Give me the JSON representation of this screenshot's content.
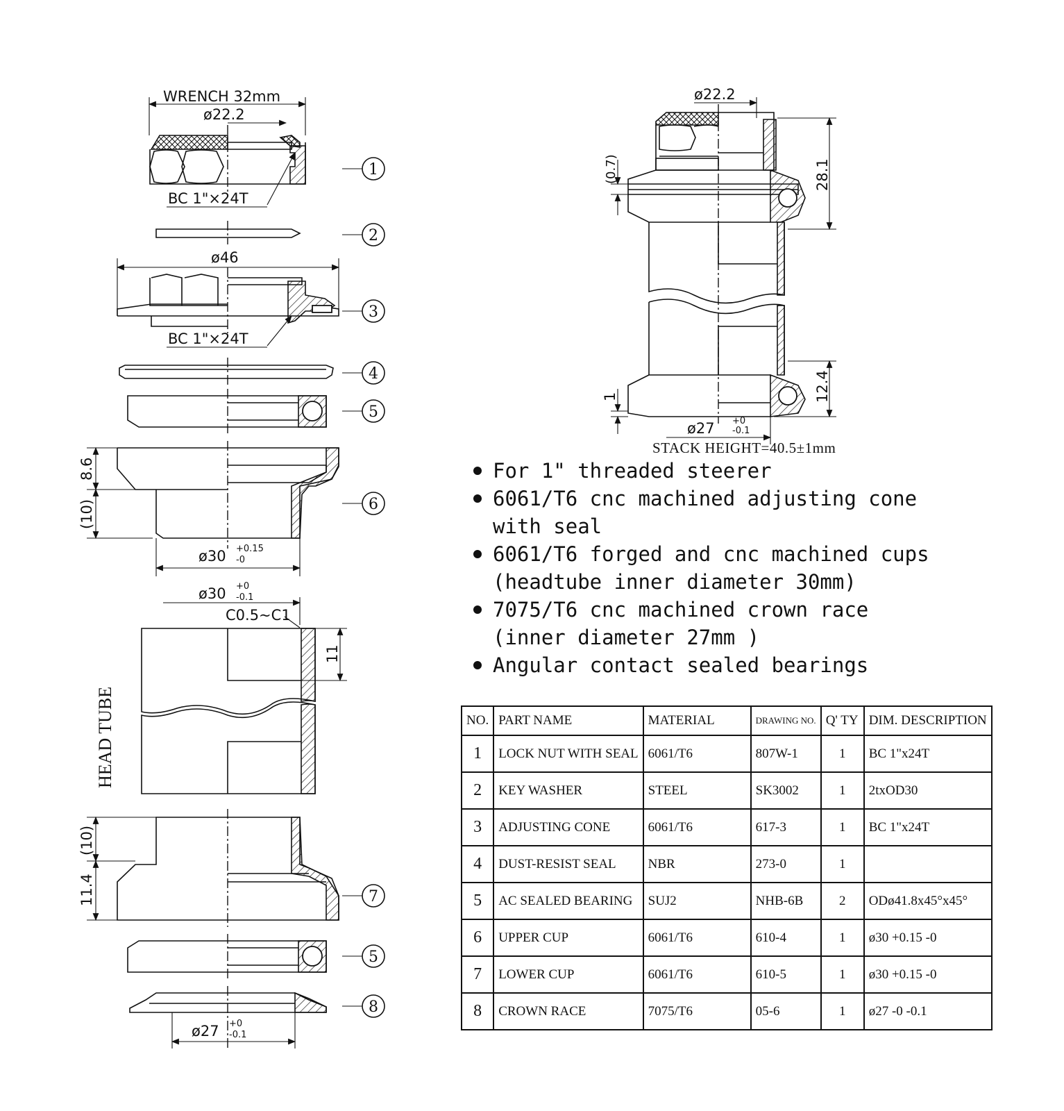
{
  "drawing": {
    "wrench_label": "WRENCH 32mm",
    "dia_22_2": "ø22.2",
    "bc_thread": "BC 1\"×24T",
    "dia_46": "ø46",
    "dim_8_6": "8.6",
    "dim_10": "(10)",
    "dia_30": "ø30",
    "tol_upper_015": "+0.15",
    "tol_lower_0": "-0",
    "tol_upper_0": "+0",
    "tol_lower_01": "-0.1",
    "chamfer": "C0.5~C1",
    "dim_11": "11",
    "head_tube": "HEAD TUBE",
    "dim_11_4": "11.4",
    "dia_27": "ø27",
    "callouts": [
      "1",
      "2",
      "3",
      "4",
      "5",
      "6",
      "7",
      "5",
      "8"
    ]
  },
  "assembly": {
    "dia_22_2": "ø22.2",
    "dim_0_7": "(0.7)",
    "dim_28_1": "28.1",
    "dim_12_4": "12.4",
    "dim_1": "1",
    "dia_27": "ø27",
    "tol_up": "+0",
    "tol_low": "-0.1",
    "stack_height": "STACK HEIGHT=40.5±1mm"
  },
  "features": [
    "For 1\" threaded steerer",
    "6061/T6 cnc machined adjusting cone\n  with seal",
    "6061/T6 forged and cnc machined cups\n  (headtube inner diameter 30mm)",
    "7075/T6 cnc machined crown race\n  (inner diameter 27mm )",
    "Angular contact sealed bearings"
  ],
  "parts_table": {
    "headers": [
      "NO.",
      "PART NAME",
      "MATERIAL",
      "DRAWING NO.",
      "Q' TY",
      "DIM. DESCRIPTION"
    ],
    "rows": [
      [
        "1",
        "LOCK NUT WITH SEAL",
        "6061/T6",
        "807W-1",
        "1",
        "BC 1\"x24T"
      ],
      [
        "2",
        "KEY WASHER",
        "STEEL",
        "SK3002",
        "1",
        "2txOD30"
      ],
      [
        "3",
        "ADJUSTING CONE",
        "6061/T6",
        "617-3",
        "1",
        "BC 1\"x24T"
      ],
      [
        "4",
        "DUST-RESIST SEAL",
        "NBR",
        "273-0",
        "1",
        ""
      ],
      [
        "5",
        "AC SEALED BEARING",
        "SUJ2",
        "NHB-6B",
        "2",
        "ODø41.8x45°x45°"
      ],
      [
        "6",
        "UPPER CUP",
        "6061/T6",
        "610-4",
        "1",
        "ø30 +0.15 -0"
      ],
      [
        "7",
        "LOWER CUP",
        "6061/T6",
        "610-5",
        "1",
        "ø30 +0.15 -0"
      ],
      [
        "8",
        "CROWN RACE",
        "7075/T6",
        "05-6",
        "1",
        "ø27 -0 -0.1"
      ]
    ]
  }
}
